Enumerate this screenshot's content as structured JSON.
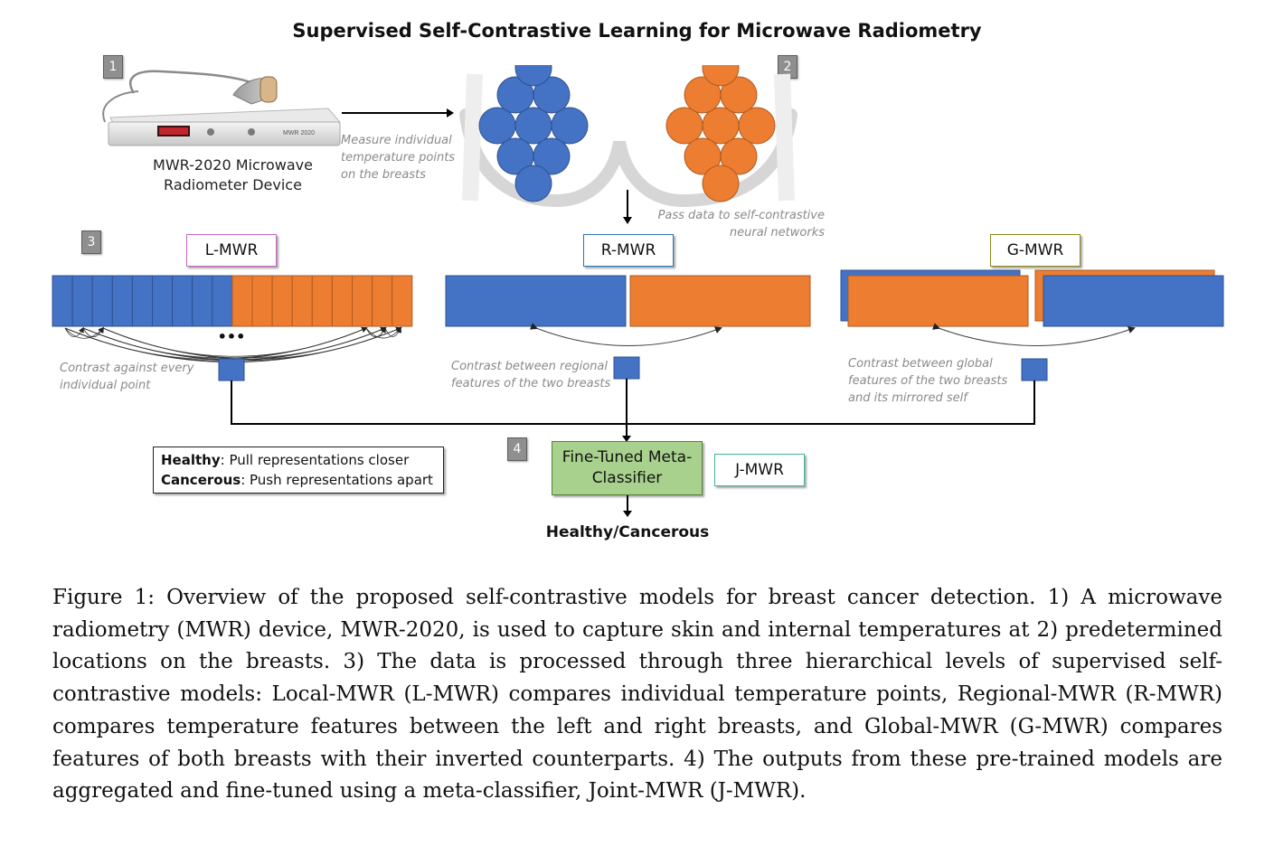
{
  "figure": {
    "title": "Supervised Self-Contrastive Learning for Microwave Radiometry",
    "step_numbers": [
      "1",
      "2",
      "3",
      "4"
    ],
    "device_label_line1": "MWR-2020 Microwave",
    "device_label_line2": "Radiometer Device",
    "device_display_text": "MWR 2020",
    "measure_note": [
      "Measure individual",
      "temperature points",
      "on the breasts"
    ],
    "pass_note": [
      "Pass data to self-contrastive",
      "neural networks"
    ],
    "model_labels": {
      "local": "L-MWR",
      "regional": "R-MWR",
      "global": "G-MWR",
      "joint": "J-MWR"
    },
    "label_colors": {
      "local": "#c564c5",
      "regional": "#2e75b6",
      "global": "#8a8a1a",
      "joint": "#3fb89a"
    },
    "ellipsis": "•••",
    "contrast_notes": {
      "local": [
        "Contrast against every",
        "individual point"
      ],
      "regional": [
        "Contrast between regional",
        "features of the two breasts"
      ],
      "global": [
        "Contrast between global",
        "features of the two breasts",
        "and its mirrored self"
      ]
    },
    "legend": {
      "healthy_term": "Healthy",
      "healthy_text": ": Pull representations closer",
      "cancer_term": "Cancerous",
      "cancer_text": ": Push representations apart"
    },
    "meta_classifier": [
      "Fine-Tuned Meta-",
      "Classifier"
    ],
    "output_label": "Healthy/Cancerous",
    "colors": {
      "blue": "#4472c4",
      "orange": "#ed7d31",
      "green": "#a9d18e"
    }
  },
  "caption": "Figure 1: Overview of the proposed self-contrastive models for breast cancer detection. 1) A microwave radiometry (MWR) device, MWR-2020, is used to capture skin and internal temperatures at 2) predetermined locations on the breasts. 3) The data is processed through three hierarchical levels of supervised self-contrastive models: Local-MWR (L-MWR) compares individual temperature points, Regional-MWR (R-MWR) compares temperature features between the left and right breasts, and Global-MWR (G-MWR) compares features of both breasts with their inverted counterparts. 4) The outputs from these pre-trained models are aggregated and fine-tuned using a meta-classifier, Joint-MWR (J-MWR)."
}
